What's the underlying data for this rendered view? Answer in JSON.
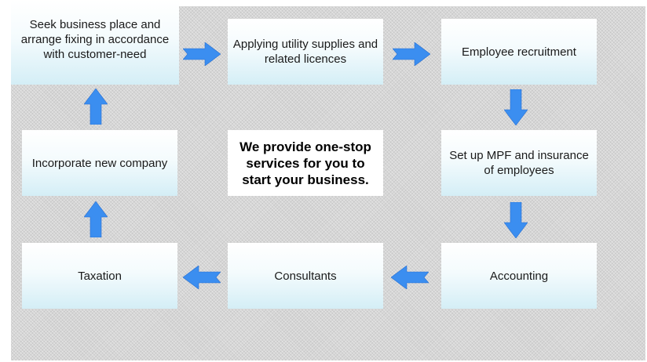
{
  "diagram": {
    "steps": [
      {
        "id": "seek-business-place",
        "label": "Seek business place and arrange fixing in accordance with customer-need"
      },
      {
        "id": "utility-supplies",
        "label": "Applying utility supplies and related licences"
      },
      {
        "id": "employee-recruitment",
        "label": "Employee recruitment"
      },
      {
        "id": "mpf-insurance",
        "label": "Set up MPF and insurance of employees"
      },
      {
        "id": "accounting",
        "label": "Accounting"
      },
      {
        "id": "consultants",
        "label": "Consultants"
      },
      {
        "id": "taxation",
        "label": "Taxation"
      },
      {
        "id": "incorporate-company",
        "label": "Incorporate new company"
      }
    ],
    "center_message": "We provide one-stop services for you to start your business.",
    "arrow_color": "#3b8ef0",
    "box_gradient_bottom": "#d4eef6"
  }
}
